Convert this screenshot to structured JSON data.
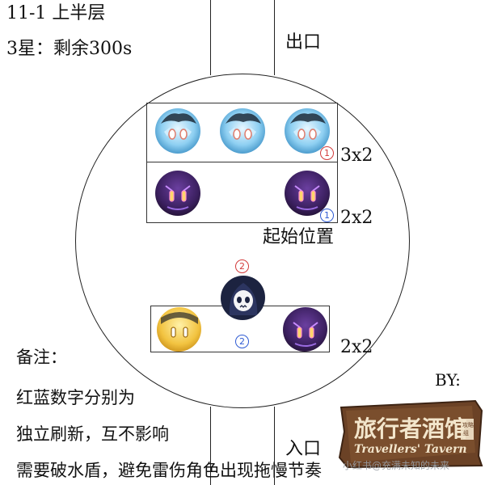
{
  "stage": {
    "title": "11-1 上半层",
    "star_condition": "3星：剩余300s"
  },
  "map": {
    "exit_label": "出口",
    "entry_label": "入口",
    "start_label": "起始位置"
  },
  "groups": [
    {
      "badge": "1",
      "badge_color": "red",
      "count": "3x2",
      "monster_icon": "water-slime-icon"
    },
    {
      "badge": "1",
      "badge_color": "blue",
      "count": "2x2",
      "monster_icon": "electro-slime-icon"
    },
    {
      "badge": "2",
      "badge_color": "red",
      "monster_icon": "hooded-ghost-icon"
    },
    {
      "badge": "2",
      "badge_color": "blue",
      "count": "2x2",
      "monster_icon": "golden-slime-icon"
    }
  ],
  "notes": {
    "title": "备注：",
    "lines": [
      "红蓝数字分别为",
      "独立刷新，互不影响",
      "需要破水盾，避免雷伤角色出现拖慢节奏"
    ]
  },
  "credit": {
    "by_label": "BY:",
    "logo_text": "旅行者酒馆",
    "logo_subtitle": "Travellers' Tavern",
    "logo_tag": "攻略组",
    "watermark": "小红书@充满未知的未来"
  },
  "colors": {
    "red_badge": "#d23a3a",
    "blue_badge": "#2f5bd3",
    "logo_wood": "#6b4226"
  }
}
